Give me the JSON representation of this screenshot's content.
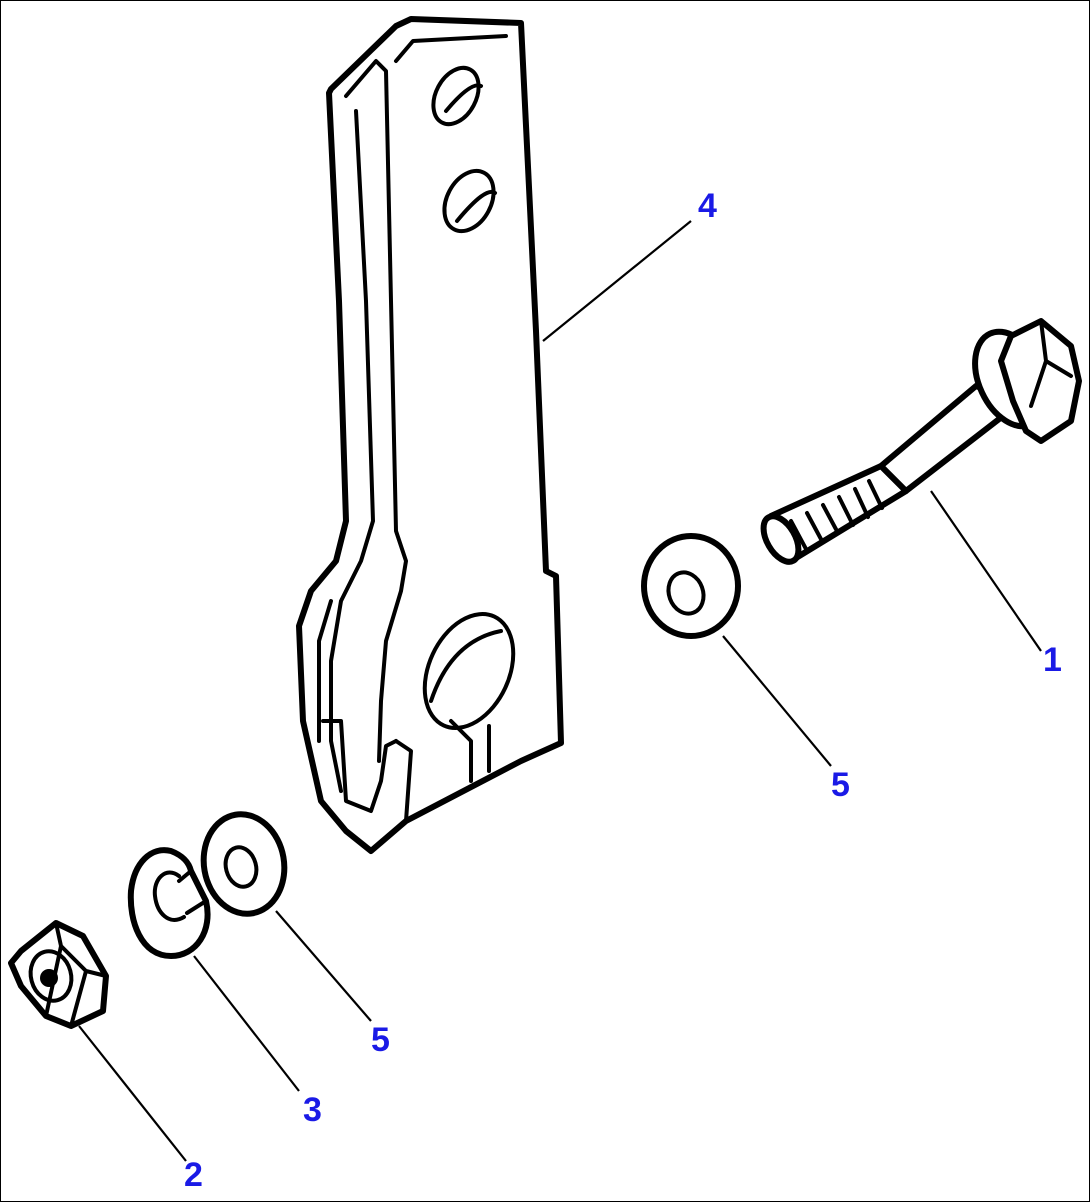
{
  "diagram": {
    "label_color": "#1a1ae6",
    "callouts": [
      {
        "id": "bolt",
        "text": "1"
      },
      {
        "id": "nut",
        "text": "2"
      },
      {
        "id": "lock-washer",
        "text": "3"
      },
      {
        "id": "link-arm",
        "text": "4"
      },
      {
        "id": "washer-right",
        "text": "5"
      },
      {
        "id": "washer-left",
        "text": "5"
      }
    ]
  }
}
